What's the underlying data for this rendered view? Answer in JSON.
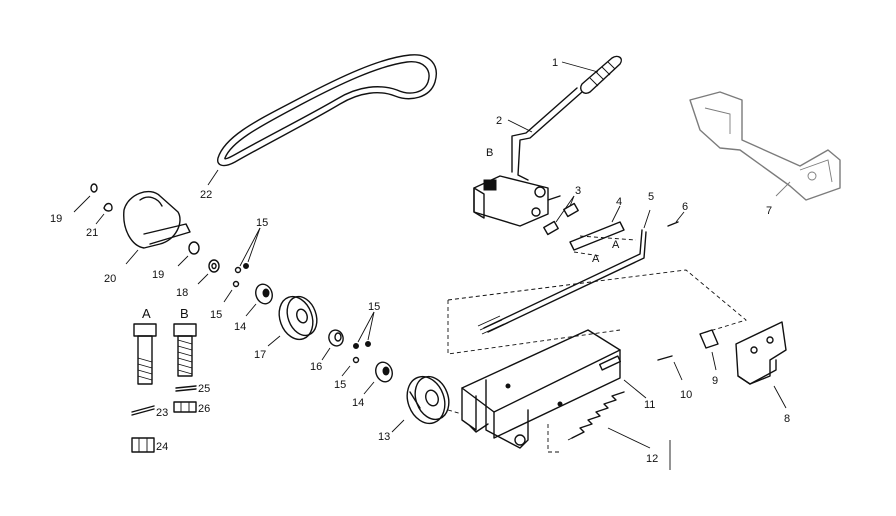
{
  "part_labels": {
    "p1": "1",
    "p2": "2",
    "p3": "3",
    "p4": "4",
    "p5": "5",
    "p6": "6",
    "p7": "7",
    "p8": "8",
    "p9": "9",
    "p10": "10",
    "p11": "11",
    "p12": "12",
    "p13": "13",
    "p14a": "14",
    "p14b": "14",
    "p15a": "15",
    "p15b": "15",
    "p15c": "15",
    "p15d": "15",
    "p16": "16",
    "p17": "17",
    "p18": "18",
    "p19a": "19",
    "p19b": "19",
    "p20": "20",
    "p21": "21",
    "p22": "22",
    "p23": "23",
    "p24": "24",
    "p25": "25",
    "p26": "26"
  },
  "letter_labels": {
    "a_bolt": "A",
    "b_bolt": "B",
    "b_lever": "B",
    "a_upper": "A",
    "a_lower": "A"
  }
}
